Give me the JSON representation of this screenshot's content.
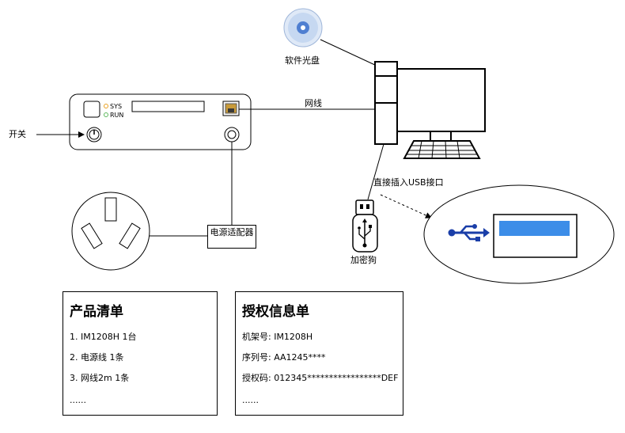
{
  "labels": {
    "switch": "开关",
    "sys": "SYS",
    "run": "RUN",
    "network_cable": "网线",
    "software_cd": "软件光盘",
    "adapter": "电源适配器",
    "usb_insert": "直接插入USB接口",
    "dongle": "加密狗"
  },
  "product_list": {
    "title": "产品清单",
    "items": [
      "1. IM1208H 1台",
      "2. 电源线 1条",
      "3. 网线2m 1条",
      "......"
    ]
  },
  "license_info": {
    "title": "授权信息单",
    "items": [
      "机架号: IM1208H",
      "序列号: AA1245****",
      "授权码: 012345*****************DEF",
      "......"
    ]
  },
  "colors": {
    "led_sys": "#e8a020",
    "led_run": "#5cb85c",
    "cd_blue": "#4f7fd1",
    "usb_blue": "#1a3ea8",
    "screen_blue": "#3c8de8"
  }
}
